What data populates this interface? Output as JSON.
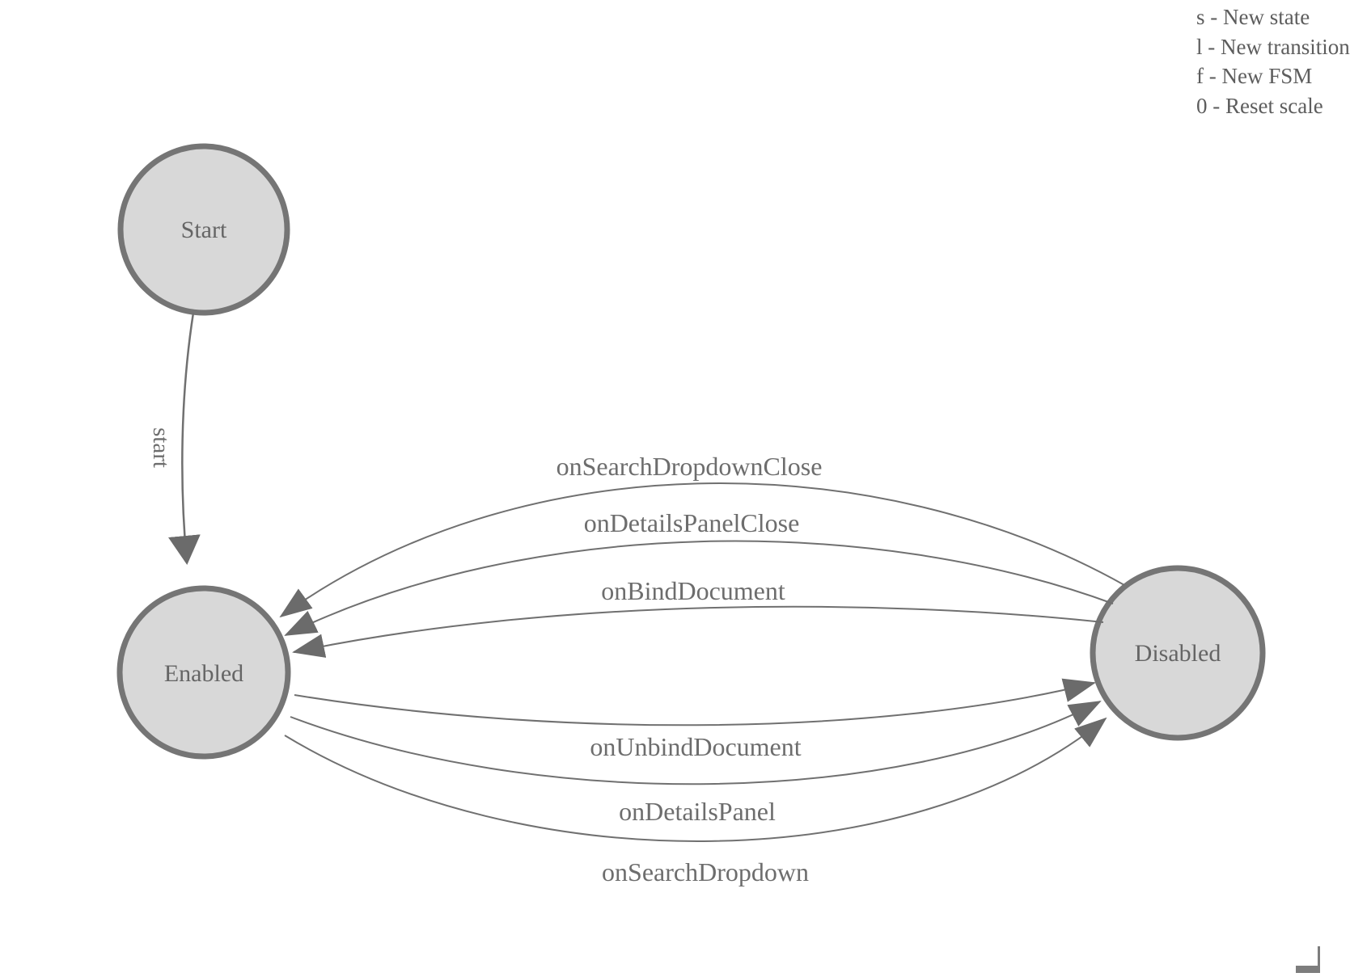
{
  "legend": {
    "items": [
      "s - New state",
      "l - New transition",
      "f - New FSM",
      "0 - Reset scale"
    ]
  },
  "diagram": {
    "type": "state-machine",
    "states": [
      {
        "label": "Start"
      },
      {
        "label": "Enabled"
      },
      {
        "label": "Disabled"
      }
    ],
    "transitions": [
      {
        "label": "start",
        "from": "Start",
        "to": "Enabled"
      },
      {
        "label": "onSearchDropdownClose",
        "from": "Disabled",
        "to": "Enabled"
      },
      {
        "label": "onDetailsPanelClose",
        "from": "Disabled",
        "to": "Enabled"
      },
      {
        "label": "onBindDocument",
        "from": "Disabled",
        "to": "Enabled"
      },
      {
        "label": "onUnbindDocument",
        "from": "Enabled",
        "to": "Disabled"
      },
      {
        "label": "onDetailsPanel",
        "from": "Enabled",
        "to": "Disabled"
      },
      {
        "label": "onSearchDropdown",
        "from": "Enabled",
        "to": "Disabled"
      }
    ]
  },
  "colors": {
    "background": "#ffffff",
    "state_fill": "#d8d8d8",
    "state_border": "#757575",
    "edge_stroke": "#707070",
    "arrow_fill": "#6b6b6b",
    "label_text": "#6d6d6d",
    "legend_text": "#5d5d5d"
  }
}
